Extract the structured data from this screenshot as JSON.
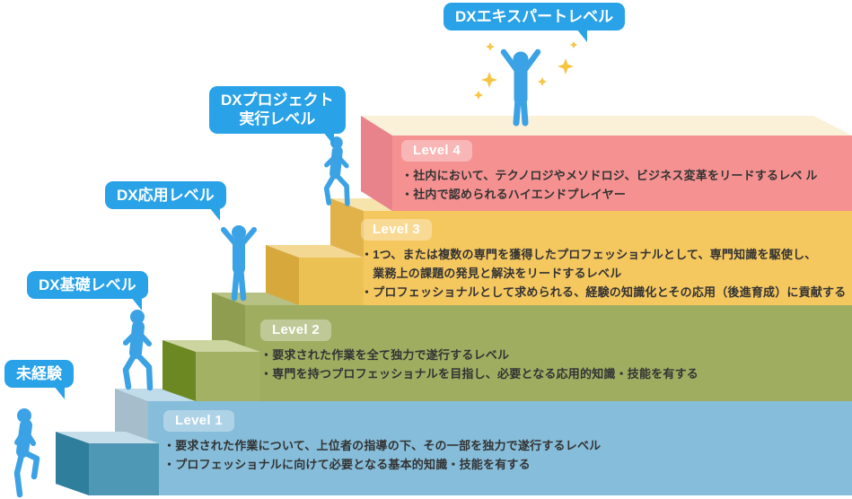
{
  "bubbles": [
    {
      "lines": [
        "未経験"
      ]
    },
    {
      "lines": [
        "DX基礎レベル"
      ]
    },
    {
      "lines": [
        "DX応用レベル"
      ]
    },
    {
      "lines": [
        "DXプロジェクト",
        "実行レベル"
      ]
    },
    {
      "lines": [
        "DXエキスパートレベル"
      ]
    }
  ],
  "levels": [
    {
      "badge": "Level 1",
      "bullets": [
        "・要求された作業について、上位者の指導の下、その一部を独力で遂行するレベル",
        "・プロフェッショナルに向けて必要となる基本的知識・技能を有する"
      ]
    },
    {
      "badge": "Level 2",
      "bullets": [
        "・要求された作業を全て独力で遂行するレベル",
        "・専門を持つプロフェッショナルを目指し、必要となる応用的知識・技能を有する"
      ]
    },
    {
      "badge": "Level 3",
      "bullets": [
        "・1つ、または複数の専門を獲得したプロフェッショナルとして、専門知識を駆使し、",
        "　業務上の課題の発見と解決をリードするレベル",
        "・プロフェッショナルとして求められる、経験の知識化とその応用（後進育成）に貢献する"
      ]
    },
    {
      "badge": "Level 4",
      "bullets": [
        "・社内において、テクノロジやメソドロジ、ビジネス変革をリードするレベ ル",
        "・社内で認められるハイエンドプレイヤー"
      ]
    }
  ],
  "colors": {
    "bubble_blue": "#29A2E8",
    "person_blue": "#3BA2E5",
    "sparkle_yellow": "#F6C544",
    "text_dark": "#333333",
    "badge_overlay": "rgba(255,255,255,0.34)",
    "l1": {
      "front": "#86BDDA",
      "side": "#A6BECC",
      "top": "#C0DCEA",
      "step_front": "#4E97B5",
      "step_side": "#2E7E9C",
      "step_top": "#C5DEE9"
    },
    "l2": {
      "front": "#9FAD61",
      "side": "#8E9D50",
      "top": "#B6C183",
      "step_front": "#A3B165",
      "step_side": "#6C8823",
      "step_top": "#CCD5A0"
    },
    "l3": {
      "front": "#F5C75F",
      "side": "#E1B24A",
      "top": "#F7E3AC",
      "step_front": "#EBC154",
      "step_side": "#D7A83B",
      "step_top": "#F2D893"
    },
    "l4": {
      "front": "#F59191",
      "side": "#E9838B",
      "top": "#FBF0D8"
    }
  }
}
